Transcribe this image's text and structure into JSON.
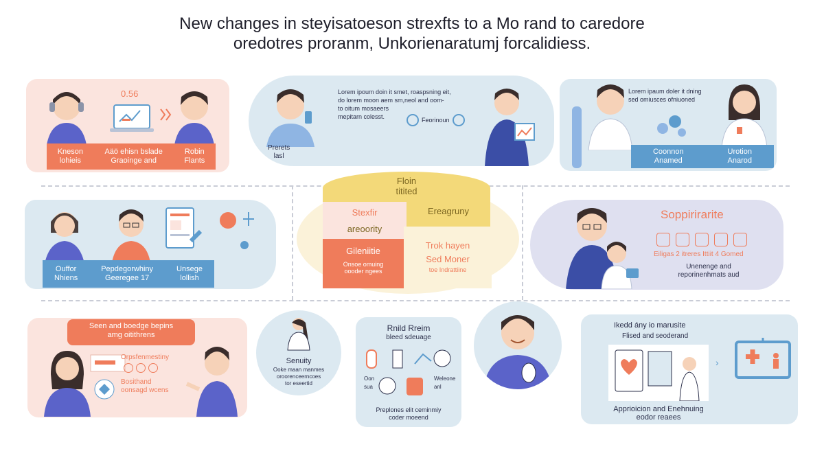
{
  "title": {
    "line1": "New changes in steyisatoeson strexfts  to a Mo rand to caredore",
    "line2": "oredotres proranm, Unkorienaratumj forcalidiess."
  },
  "p1": {
    "value": "0.56",
    "band": [
      "Kneson\nlohieis",
      "Aäö ehisn bslade\nGraoinge and",
      "Robin\nFlants"
    ]
  },
  "p2": {
    "text": "Lorem ipoum doin it smet, roaspsning eit,\ndo lorem moon aem sm,neol and oom-\nto oitum mosaeers\nmepitarn colesst.",
    "button": "Feorinoun",
    "label": "Prerets\nlasl"
  },
  "p3": {
    "text": "Lorem ipaum doler it dning\nsed omiusces ofniuoned",
    "band": [
      "Coonnon\nAnamed",
      "Urotion\nAnarod"
    ]
  },
  "p4": {
    "band": [
      "Ouffor\nNhiens",
      "Pepdegorwhiny\nGeeregee 17",
      "Unsege\nlollish"
    ]
  },
  "center": {
    "top": "Floin\ntitited",
    "q1": "Stexfir",
    "q2": "Ereagruny",
    "q3": "areoority",
    "q4": "Gileniitie",
    "q4sub": "Onsoe omuing\noooder ngees",
    "q5": "Trok hayen",
    "q6": "Sed Moner",
    "q6sub": "toe Indrattiine"
  },
  "p6": {
    "title": "Soppirirarite",
    "sub": "Eiligas 2 itreres Ittiit 4 Gomed",
    "sub2": "Unenenge and\nreporinenhmats aud"
  },
  "p7": {
    "title": "Seen and boedge bepins\namg oitithrens",
    "l1": "Orpsfenmestiny",
    "l2": "Bosithand\noonsagd wcens"
  },
  "p8": {
    "title": "Senuity",
    "text": "Ooke maan manmes\noroorenceerncoes\ntor eseertid"
  },
  "p9": {
    "title": "Rnild Rreim",
    "sub": "bleed sdeuage",
    "a": "Oon\nsua",
    "b": "Weleone\nanl",
    "bottom": "Preplones elit ceminmiy\ncoder moeend"
  },
  "p11": {
    "title": "Ikedd ány io marusite",
    "sub": "Flised and seoderand",
    "bottom": "Apprioicion and Enehnuing\neodor reaees"
  },
  "colors": {
    "orange": "#ef7c5b",
    "blue": "#5d9ccd",
    "yellow": "#f3d979",
    "peach": "#fbe4de",
    "lightblue": "#dce9f1",
    "navy": "#3b4ea6"
  }
}
